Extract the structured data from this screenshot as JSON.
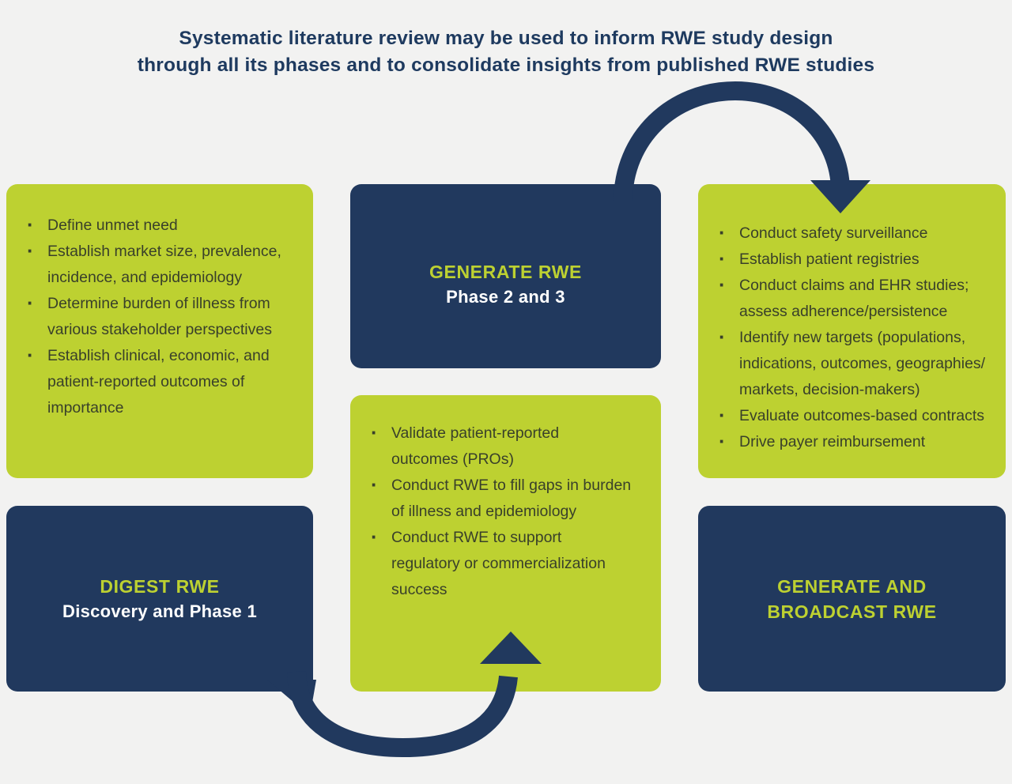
{
  "colors": {
    "background": "#f2f2f1",
    "navy": "#21395e",
    "green": "#bdd131",
    "title_text": "#1e3a5f",
    "body_text": "#39402a",
    "white": "#ffffff"
  },
  "title": {
    "line1": "Systematic literature review may be used to inform RWE study design",
    "line2": "through all its phases and to consolidate insights from published RWE studies"
  },
  "boxes": {
    "early_inputs": {
      "bullets": [
        "Define unmet need",
        "Establish market size, prevalence,\nincidence, and epidemiology",
        "Determine burden of illness from\nvarious stakeholder perspectives",
        "Establish clinical, economic, and\npatient-reported outcomes of\nimportance"
      ]
    },
    "generate_rwe": {
      "heading": "GENERATE RWE",
      "subheading": "Phase 2 and 3"
    },
    "late_outputs": {
      "bullets": [
        "Conduct safety surveillance",
        "Establish patient registries",
        "Conduct claims and EHR studies;\nassess adherence/persistence",
        "Identify new targets (populations,\nindications, outcomes, geographies/\nmarkets, decision-makers)",
        "Evaluate outcomes-based contracts",
        "Drive payer reimbursement"
      ]
    },
    "digest_rwe": {
      "heading": "DIGEST RWE",
      "subheading": "Discovery and Phase 1"
    },
    "mid_outputs": {
      "bullets": [
        "Validate patient-reported\noutcomes (PROs)",
        "Conduct RWE to fill gaps in burden\nof illness and epidemiology",
        "Conduct RWE to support\nregulatory or commercialization\nsuccess"
      ]
    },
    "generate_broadcast": {
      "heading_line1": "GENERATE AND",
      "heading_line2": "BROADCAST RWE"
    }
  }
}
